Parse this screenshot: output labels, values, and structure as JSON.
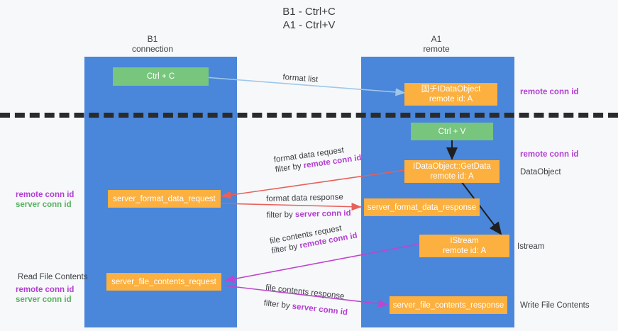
{
  "title": {
    "line1": "B1 - Ctrl+C",
    "line2": "A1 - Ctrl+V"
  },
  "columns": [
    {
      "name": "B1",
      "role": "connection"
    },
    {
      "name": "A1",
      "role": "remote"
    }
  ],
  "colors": {
    "lane": "#4a86d9",
    "green_node": "#78c57d",
    "orange_node": "#fbb040",
    "divider": "#2b2b2b",
    "conn_id_purple": "#b23fd1",
    "conn_id_green": "#57b35f",
    "arrow_format_list": "#9fc7ea",
    "arrow_format_data": "#e8605a",
    "arrow_file_contents": "#c044cf",
    "arrow_black": "#1f1f1f"
  },
  "nodes": {
    "ctrl_c": {
      "label": "Ctrl + C"
    },
    "ctrl_v": {
      "label": "Ctrl + V"
    },
    "idataobject": {
      "line1": "固チIDataObject",
      "line2": "remote id: A"
    },
    "getdata": {
      "line1": "IDataObject::GetData",
      "line2": "remote id: A"
    },
    "istream": {
      "line1": "IStream",
      "line2": "remote id: A"
    },
    "server_format_data_request": {
      "label": "server_format_data_request"
    },
    "server_format_data_response": {
      "label": "server_format_data_response"
    },
    "server_file_contents_request": {
      "label": "server_file_contents_request"
    },
    "server_file_contents_response": {
      "label": "server_file_contents_response"
    }
  },
  "arrows": {
    "format_list": {
      "line1": "format list"
    },
    "format_data_request": {
      "line1": "format data request",
      "prefix": "filter by ",
      "key": "remote conn id"
    },
    "format_data_response": {
      "line1": "format data response",
      "prefix": "filter by ",
      "key": "server conn id"
    },
    "file_contents_request": {
      "line1": "file contents request",
      "prefix": "filter by ",
      "key": "remote conn id"
    },
    "file_contents_response": {
      "line1": "file contents response",
      "prefix": "filter by ",
      "key": "server conn id"
    }
  },
  "annotations": {
    "right_top_conn": "remote conn id",
    "right_mid_conn": "remote conn id",
    "right_dataobject": "DataObject",
    "right_istream": "Istream",
    "right_write_file": "Write File Contents",
    "left_remote_conn": "remote conn id",
    "left_server_conn": "server conn id",
    "left_read_file": "Read File Contents",
    "left_remote_conn_2": "remote conn id",
    "left_server_conn_2": "server conn id"
  }
}
